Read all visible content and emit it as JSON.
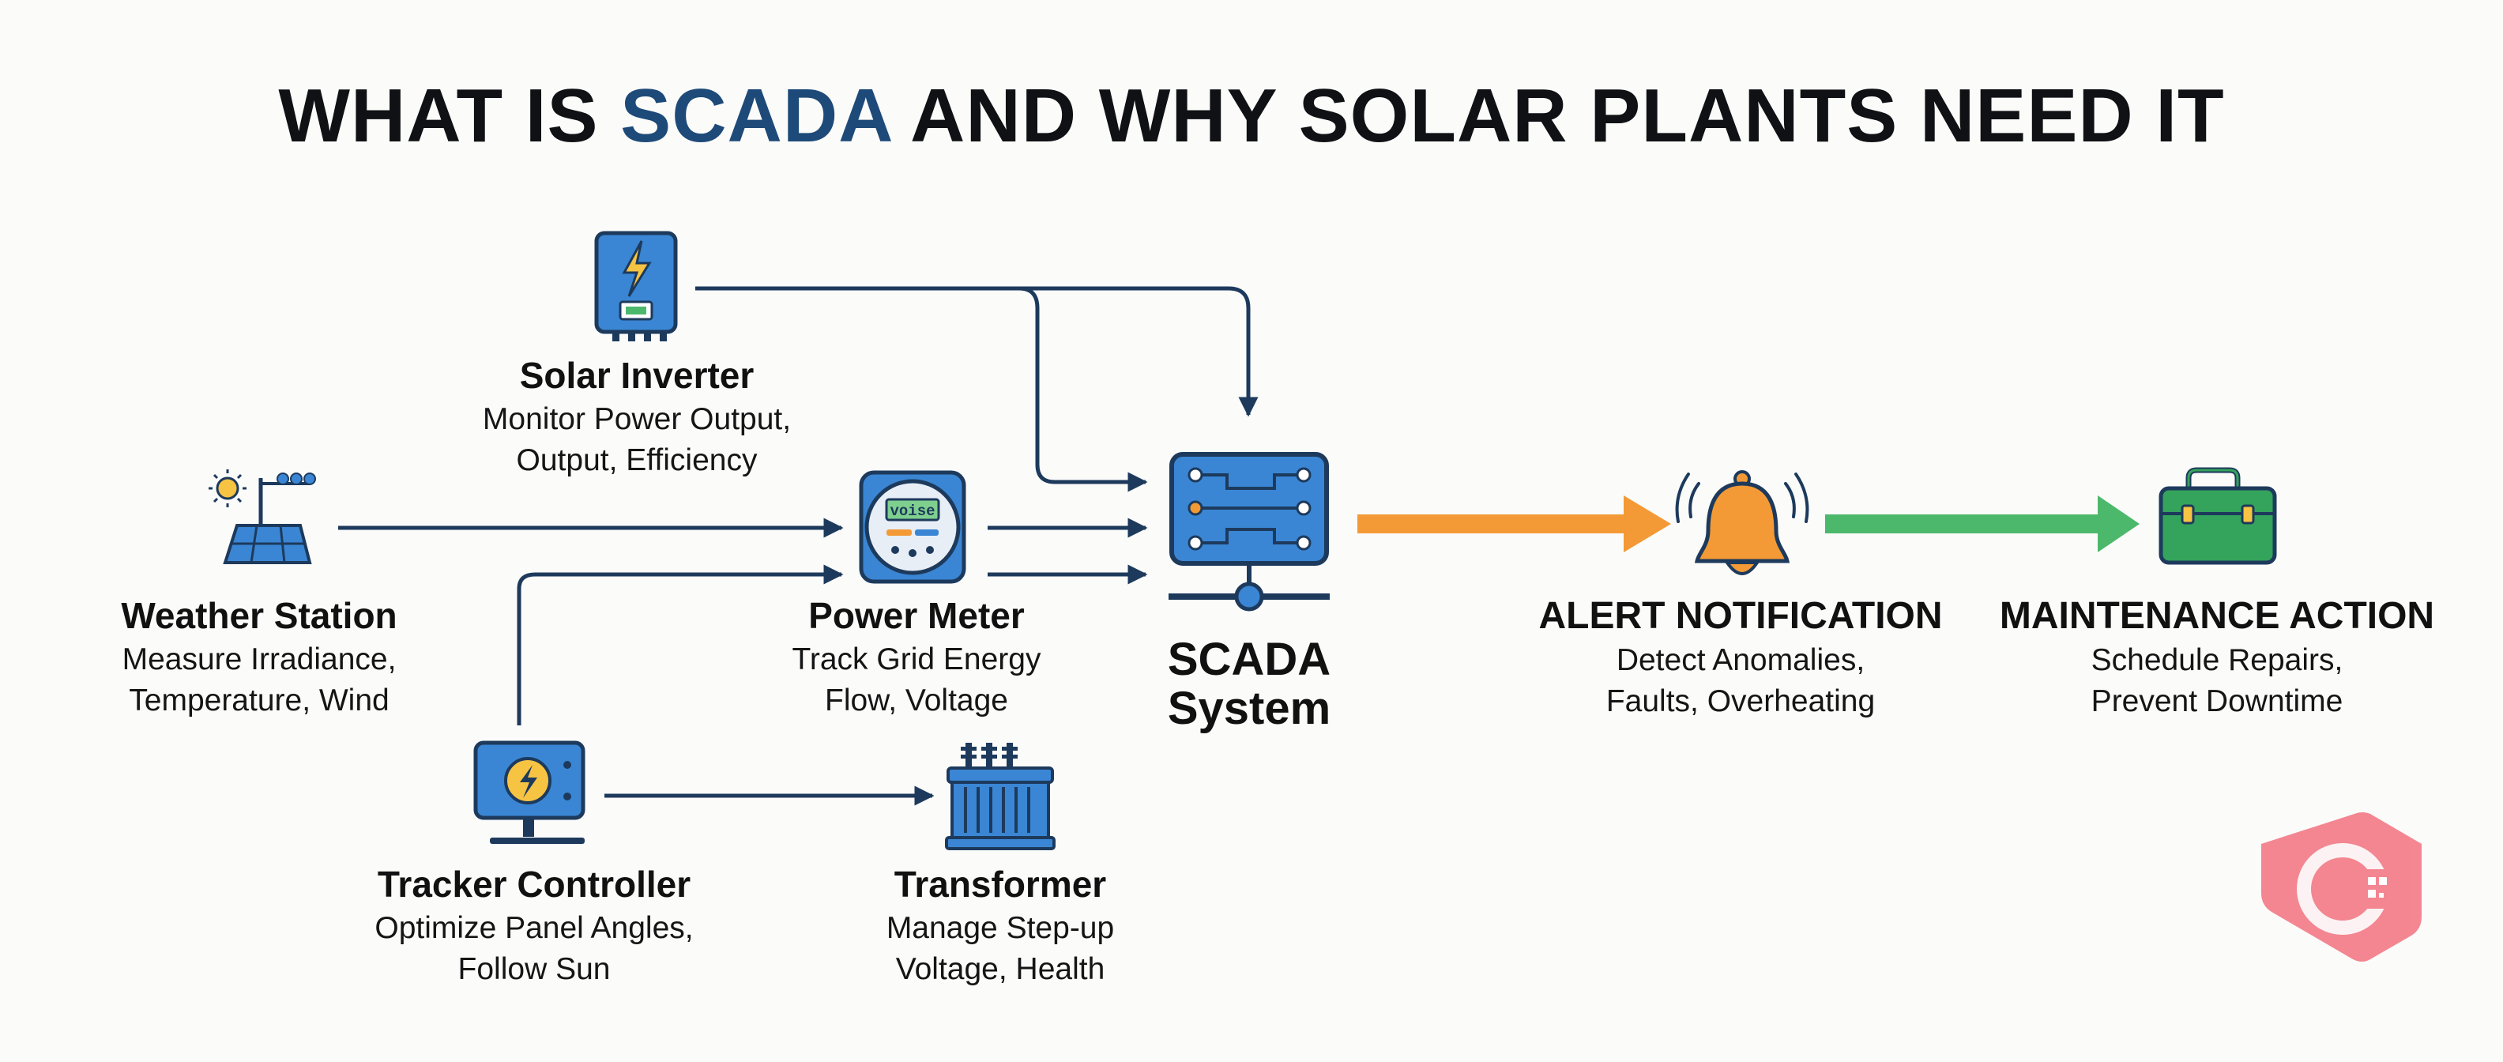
{
  "title": {
    "part1": "WHAT IS ",
    "accent": "SCADA",
    "part2": " AND WHY SOLAR PLANTS NEED IT"
  },
  "nodes": {
    "inverter": {
      "title": "Solar Inverter",
      "line1": "Monitor Power Output,",
      "line2": "Output, Efficiency"
    },
    "weather": {
      "title": "Weather Station",
      "line1": "Measure Irradiance,",
      "line2": "Temperature, Wind"
    },
    "meter": {
      "title": "Power Meter",
      "line1": "Track Grid Energy",
      "line2": "Flow, Voltage",
      "display": "voise"
    },
    "tracker": {
      "title": "Tracker Controller",
      "line1": "Optimize Panel Angles,",
      "line2": "Follow Sun"
    },
    "transformer": {
      "title": "Transformer",
      "line1": "Manage Step-up",
      "line2": "Voltage, Health"
    },
    "scada": {
      "line1": "SCADA",
      "line2": "System"
    },
    "alert": {
      "title": "ALERT NOTIFICATION",
      "line1": "Detect Anomalies,",
      "line2": "Faults, Overheating"
    },
    "maintenance": {
      "title": "MAINTENANCE ACTION",
      "line1": "Schedule Repairs,",
      "line2": "Prevent Downtime"
    }
  },
  "colors": {
    "connector": "#1d3a5c",
    "device_blue": "#3a86d4",
    "alert_arrow": "#f39a36",
    "maintenance_arrow": "#4cb86b",
    "bell": "#f39a36",
    "toolbox": "#34a35b",
    "watermark": "#f2727f"
  },
  "icons": [
    "inverter-icon",
    "weather-station-icon",
    "power-meter-icon",
    "tracker-controller-icon",
    "transformer-icon",
    "scada-server-icon",
    "bell-icon",
    "toolbox-icon",
    "watermark-logo-icon"
  ]
}
